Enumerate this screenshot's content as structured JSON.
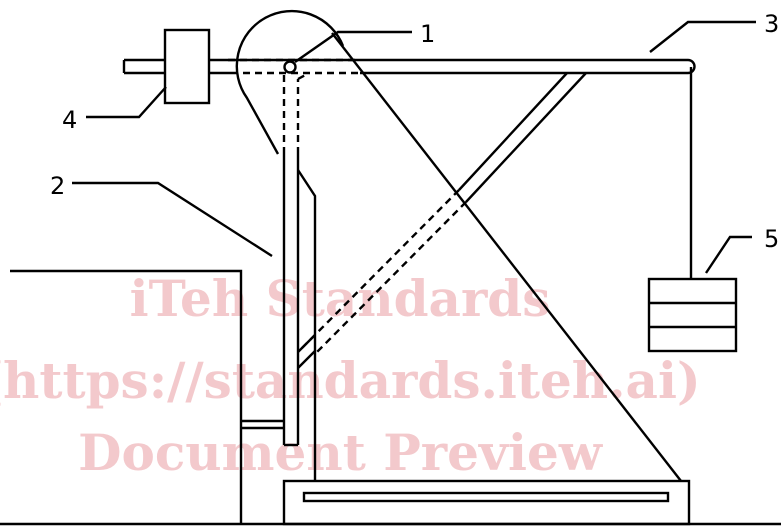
{
  "figure": {
    "callouts": {
      "c1": "1",
      "c2": "2",
      "c3": "3",
      "c4": "4",
      "c5": "5"
    }
  },
  "watermark": {
    "line1": "iTeh Standards",
    "line2": "(https://standards.iteh.ai)",
    "line3": "Document Preview"
  },
  "colors": {
    "stroke": "#000000",
    "watermark": "#f3c9cc",
    "background": "#ffffff"
  }
}
